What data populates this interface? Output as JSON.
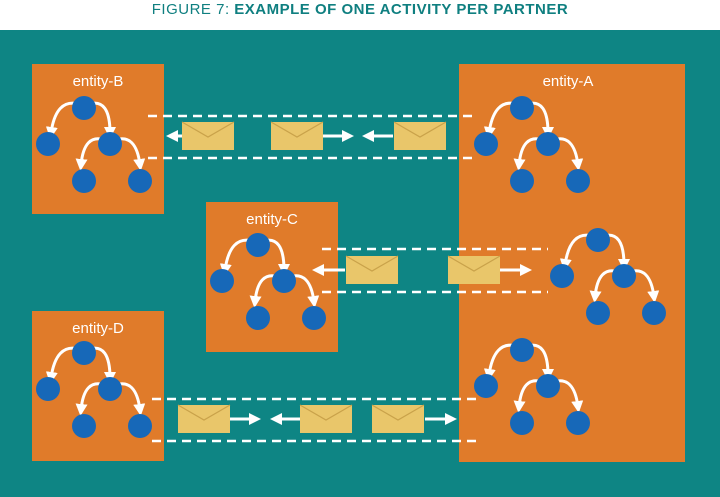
{
  "figure": {
    "title_prefix": "FIGURE 7:",
    "title_main": "EXAMPLE OF ONE ACTIVITY PER PARTNER"
  },
  "entities": {
    "a": "entity-A",
    "b": "entity-B",
    "c": "entity-C",
    "d": "entity-D"
  },
  "colors": {
    "background": "#0e8584",
    "entity_box": "#e07b2a",
    "node": "#1768b8",
    "envelope": "#e9c66a",
    "title": "#0f7f80",
    "line": "#ffffff"
  },
  "icons": {
    "message": "envelope-icon",
    "tree": "activity-tree-icon"
  }
}
